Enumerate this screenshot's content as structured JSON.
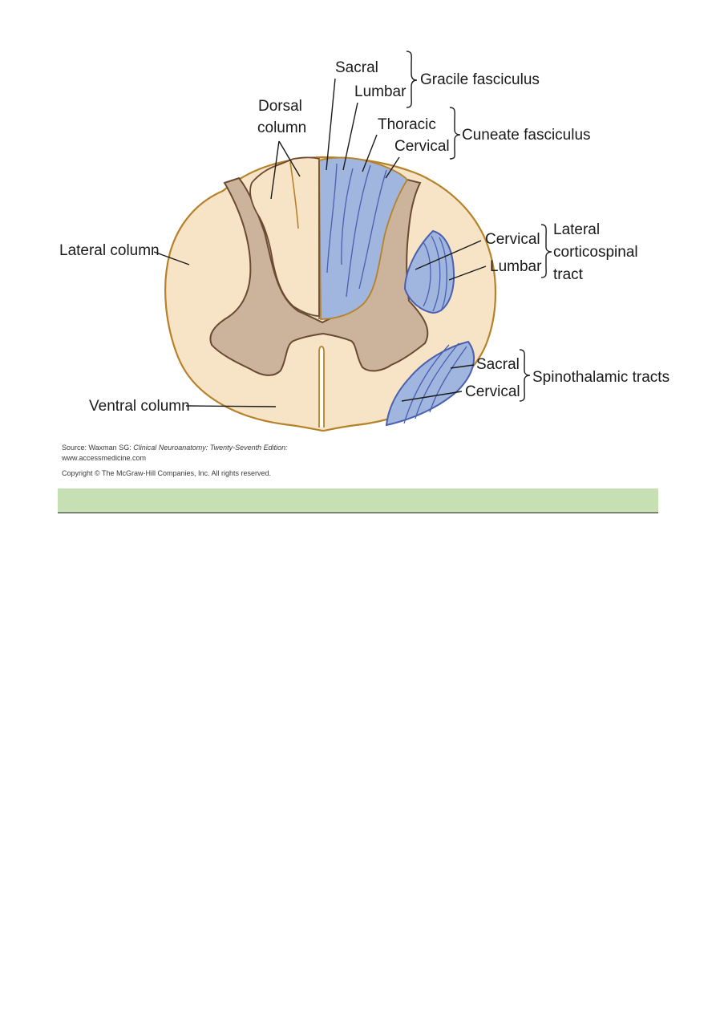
{
  "labels": {
    "sacral_top": "Sacral",
    "lumbar_top": "Lumbar",
    "gracile_fasciculus": "Gracile fasciculus",
    "dorsal_column_1": "Dorsal",
    "dorsal_column_2": "column",
    "thoracic": "Thoracic",
    "cervical_top": "Cervical",
    "cuneate_fasciculus": "Cuneate fasciculus",
    "lateral_column": "Lateral column",
    "cervical_mid": "Cervical",
    "lumbar_mid": "Lumbar",
    "lateral_cst_1": "Lateral",
    "lateral_cst_2": "corticospinal",
    "lateral_cst_3": "tract",
    "sacral_bottom": "Sacral",
    "cervical_bottom": "Cervical",
    "spinothalamic_tracts": "Spinothalamic tracts",
    "ventral_column": "Ventral column"
  },
  "source": {
    "prefix": "Source: Waxman SG: ",
    "book": "Clinical Neuroanatomy: Twenty-Seventh Edition:",
    "url": "www.accessmedicine.com",
    "copyright": "Copyright © The McGraw-Hill Companies, Inc. All rights reserved."
  },
  "colors": {
    "white_matter": "#f7e4c6",
    "gray_matter": "#cbb49b",
    "tract_fill": "#a0b6df",
    "outline": "#b5822a",
    "tract_stroke": "#4a5fb0",
    "gray_stroke": "#6b4a34",
    "bar": "#c6e0b4"
  }
}
